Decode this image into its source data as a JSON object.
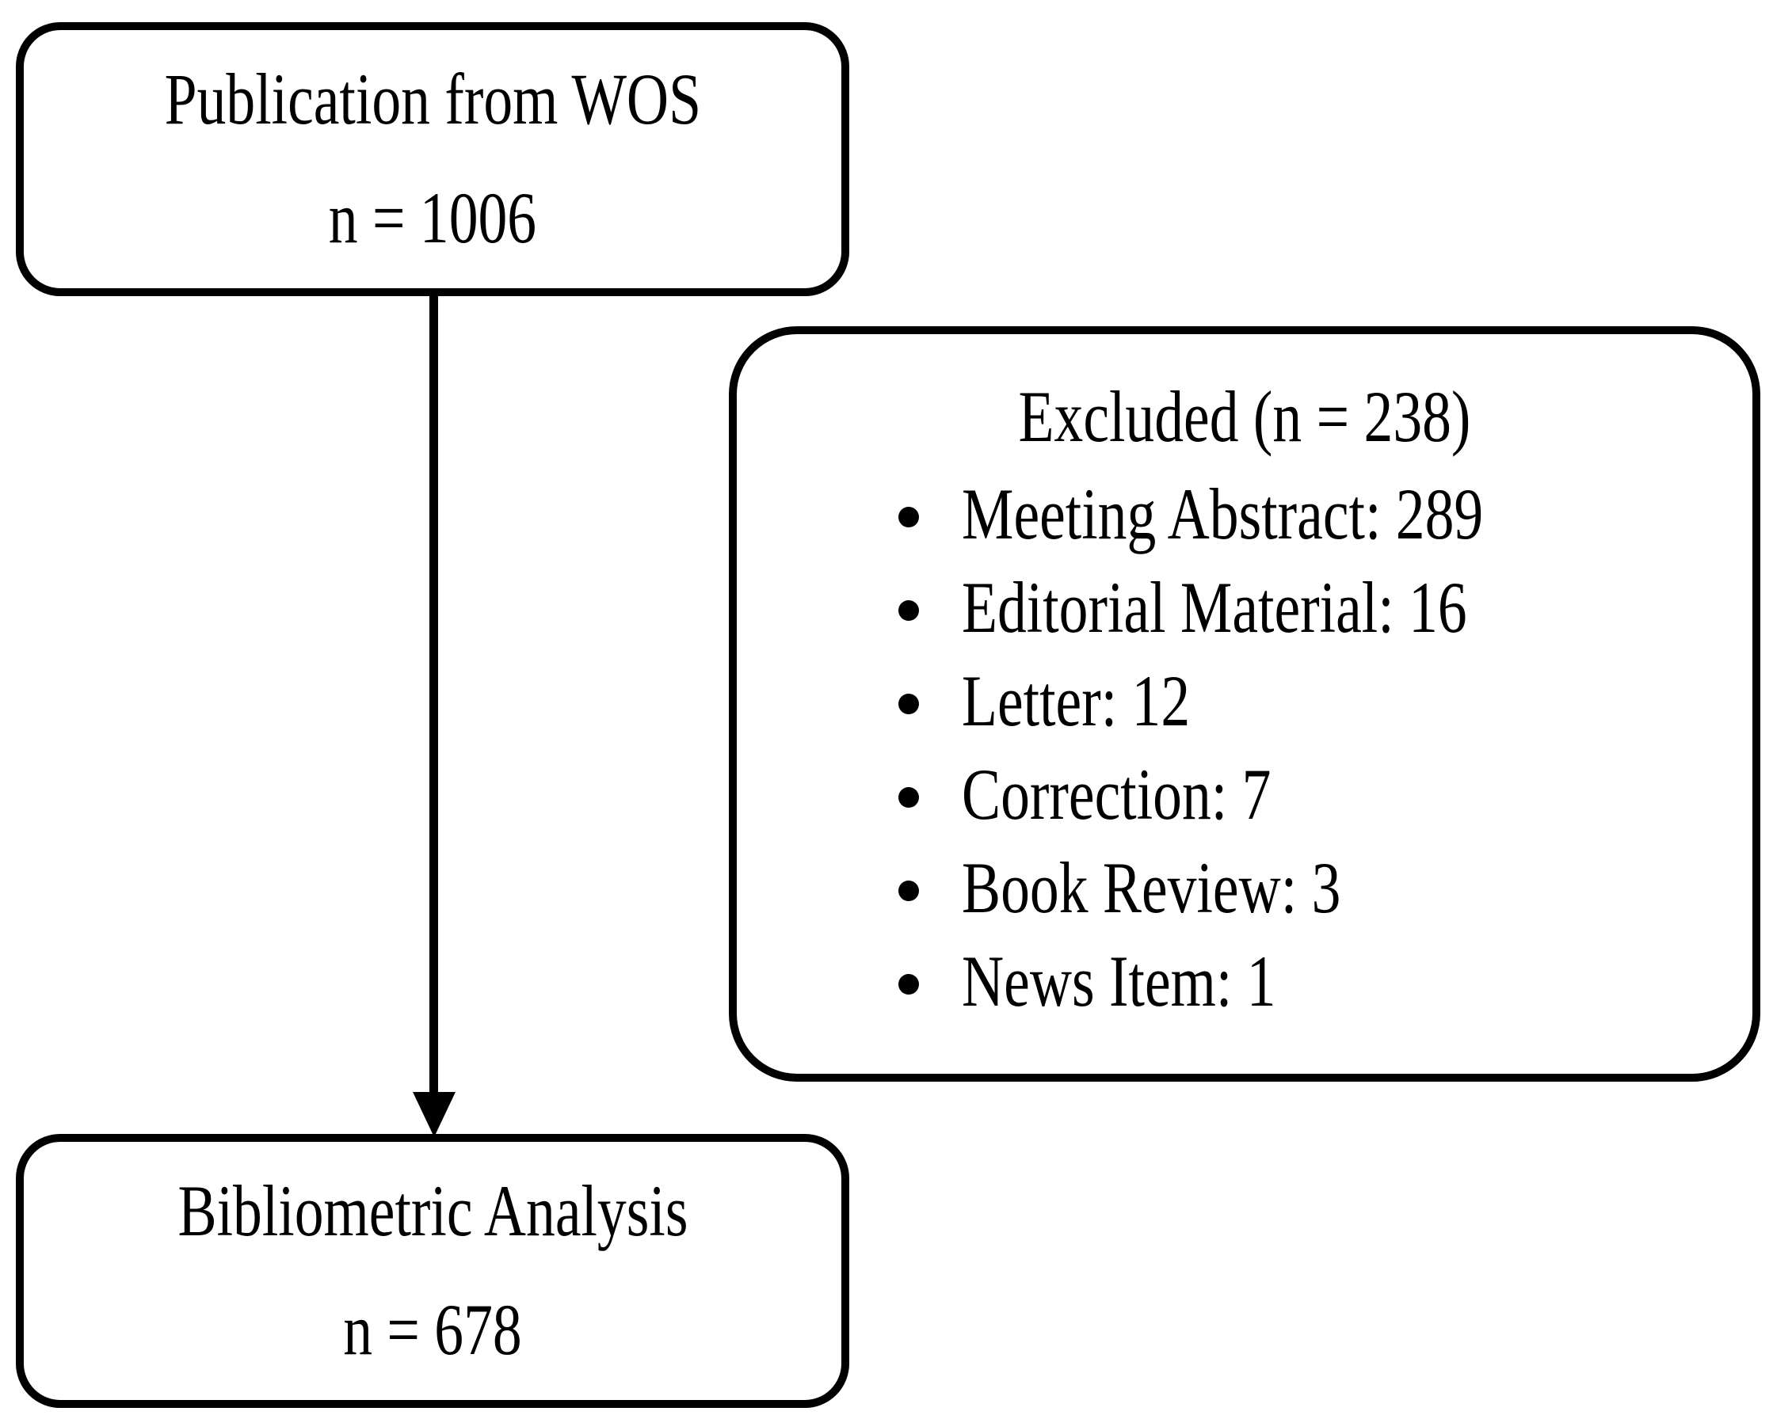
{
  "diagram": {
    "type": "prisma-flow-diagram",
    "boxes": {
      "source": {
        "title": "Publication from WOS",
        "count_label": "n = 1006"
      },
      "excluded": {
        "heading": "Excluded (n = 238)",
        "items": [
          {
            "label": "Meeting Abstract: 289"
          },
          {
            "label": "Editorial Material: 16"
          },
          {
            "label": "Letter: 12"
          },
          {
            "label": "Correction: 7"
          },
          {
            "label": "Book Review: 3"
          },
          {
            "label": "News Item: 1"
          }
        ]
      },
      "result": {
        "title": "Bibliometric Analysis",
        "count_label": "n = 678"
      }
    },
    "colors": {
      "stroke": "#000000",
      "fill": "#ffffff",
      "text": "#000000"
    }
  }
}
